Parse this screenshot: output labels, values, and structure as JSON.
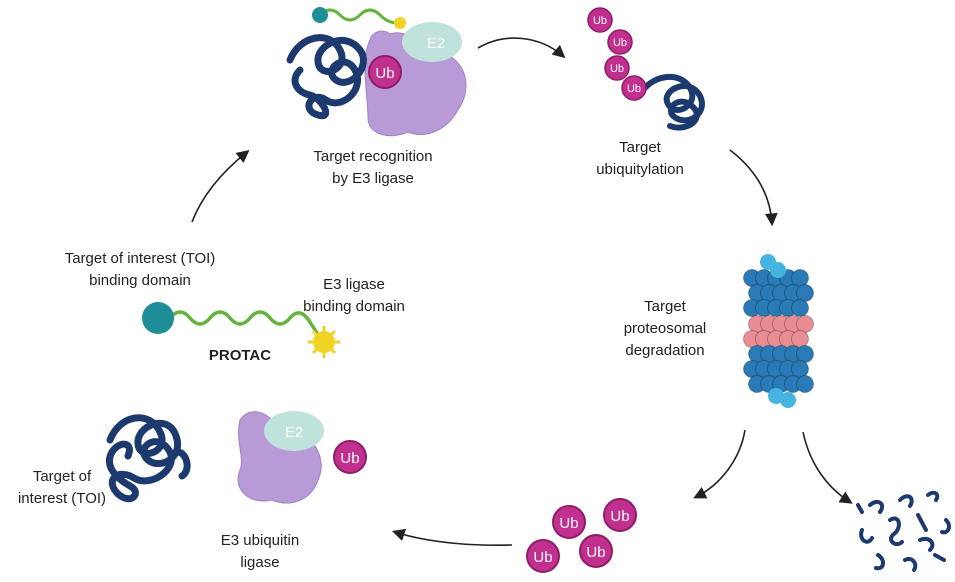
{
  "labels": {
    "recognition": [
      "Target recognition",
      "by E3 ligase"
    ],
    "ubiquitylation": [
      "Target",
      "ubiquitylation"
    ],
    "degradation": [
      "Target",
      "proteosomal",
      "degradation"
    ],
    "toi_binding": [
      "Target of interest (TOI)",
      "binding domain"
    ],
    "e3_binding": [
      "E3 ligase",
      "binding domain"
    ],
    "protac": "PROTAC",
    "toi": [
      "Target of",
      "interest (TOI)"
    ],
    "e3_ubiquitin": [
      "E3 ubiquitin",
      "ligase"
    ]
  },
  "badges": {
    "ub": "Ub",
    "e2": "E2"
  },
  "colors": {
    "ub_fill": "#c2308f",
    "ub_stroke": "#8e1d66",
    "e2_fill": "#bfe2dc",
    "e3_fill": "#b79ad6",
    "protein": "#1d3a6e",
    "linker": "#63b33d",
    "ball": "#1d8e97",
    "sun": "#f1d325",
    "proteasome_blue": "#2a7ab7",
    "proteasome_pink": "#e98c93",
    "proteasome_light": "#45b4e0",
    "arrow": "#222222"
  }
}
